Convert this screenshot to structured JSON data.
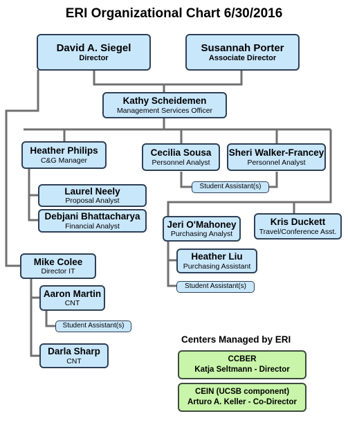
{
  "title": "ERI Organizational Chart 6/30/2016",
  "colors": {
    "box_fill": "#c9e7fb",
    "center_fill": "#c8f5a9",
    "connector": "#707070"
  },
  "people": {
    "siegel": {
      "name": "David A. Siegel",
      "role": "Director"
    },
    "porter": {
      "name": "Susannah Porter",
      "role": "Associate Director"
    },
    "kathy": {
      "name": "Kathy Scheidemen",
      "role": "Management Services Officer"
    },
    "heather_p": {
      "name": "Heather Philips",
      "role": "C&G Manager"
    },
    "cecilia": {
      "name": "Cecilia Sousa",
      "role": "Personnel Analyst"
    },
    "sheri": {
      "name": "Sheri Walker-Francey",
      "role": "Personnel Analyst"
    },
    "laurel": {
      "name": "Laurel Neely",
      "role": "Proposal Analyst"
    },
    "debjani": {
      "name": "Debjani Bhattacharya",
      "role": "Financial Analyst"
    },
    "jeri": {
      "name": "Jeri O'Mahoney",
      "role": "Purchasing Analyst"
    },
    "kris": {
      "name": "Kris Duckett",
      "role": "Travel/Conference Asst."
    },
    "heather_l": {
      "name": "Heather Liu",
      "role": "Purchasing Assistant"
    },
    "mike": {
      "name": "Mike Colee",
      "role": "Director IT"
    },
    "aaron": {
      "name": "Aaron Martin",
      "role": "CNT"
    },
    "darla": {
      "name": "Darla Sharp",
      "role": "CNT"
    }
  },
  "student_assistants": {
    "personnel": "Student Assistant(s)",
    "purchasing": "Student Assistant(s)",
    "it": "Student Assistant(s)"
  },
  "centers": {
    "heading": "Centers Managed by ERI",
    "items": [
      {
        "name": "CCBER",
        "lead": "Katja Seltmann - Director"
      },
      {
        "name": "CEIN (UCSB component)",
        "lead": "Arturo A. Keller - Co-Director"
      }
    ]
  }
}
